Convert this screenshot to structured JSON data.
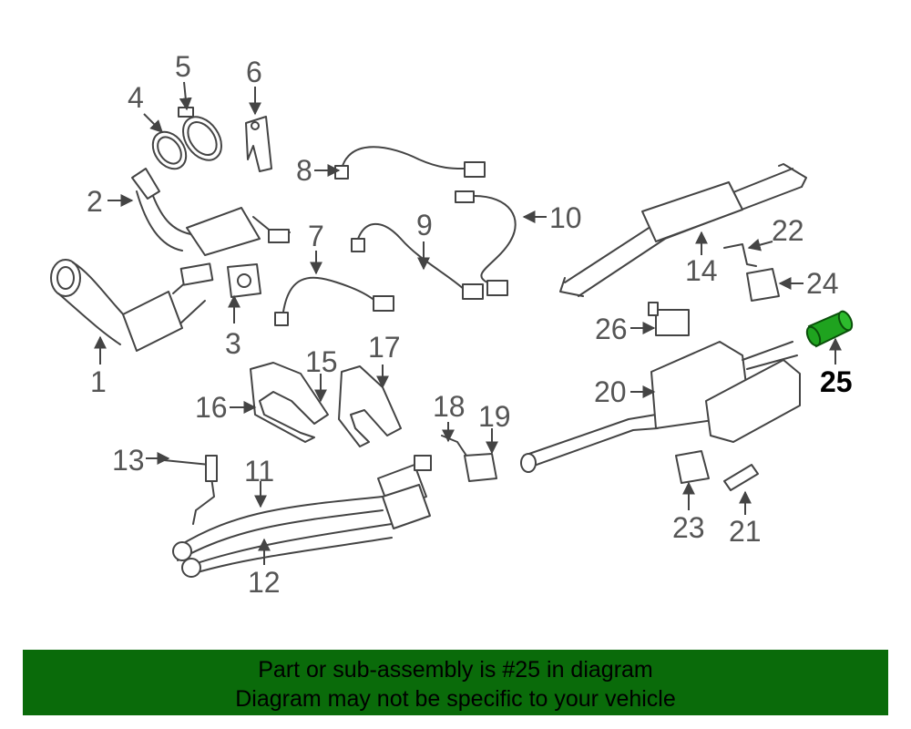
{
  "diagram": {
    "callouts": [
      "1",
      "2",
      "3",
      "4",
      "5",
      "6",
      "7",
      "8",
      "9",
      "10",
      "11",
      "12",
      "13",
      "14",
      "15",
      "16",
      "17",
      "18",
      "19",
      "20",
      "21",
      "22",
      "23",
      "24",
      "25",
      "26"
    ],
    "highlight_part": "25",
    "highlight_color": "#1fa31f"
  },
  "banner": {
    "line1": "Part or sub-assembly is #25 in diagram",
    "line2": "Diagram may not be specific to your vehicle",
    "background": "#0a6b0a"
  }
}
